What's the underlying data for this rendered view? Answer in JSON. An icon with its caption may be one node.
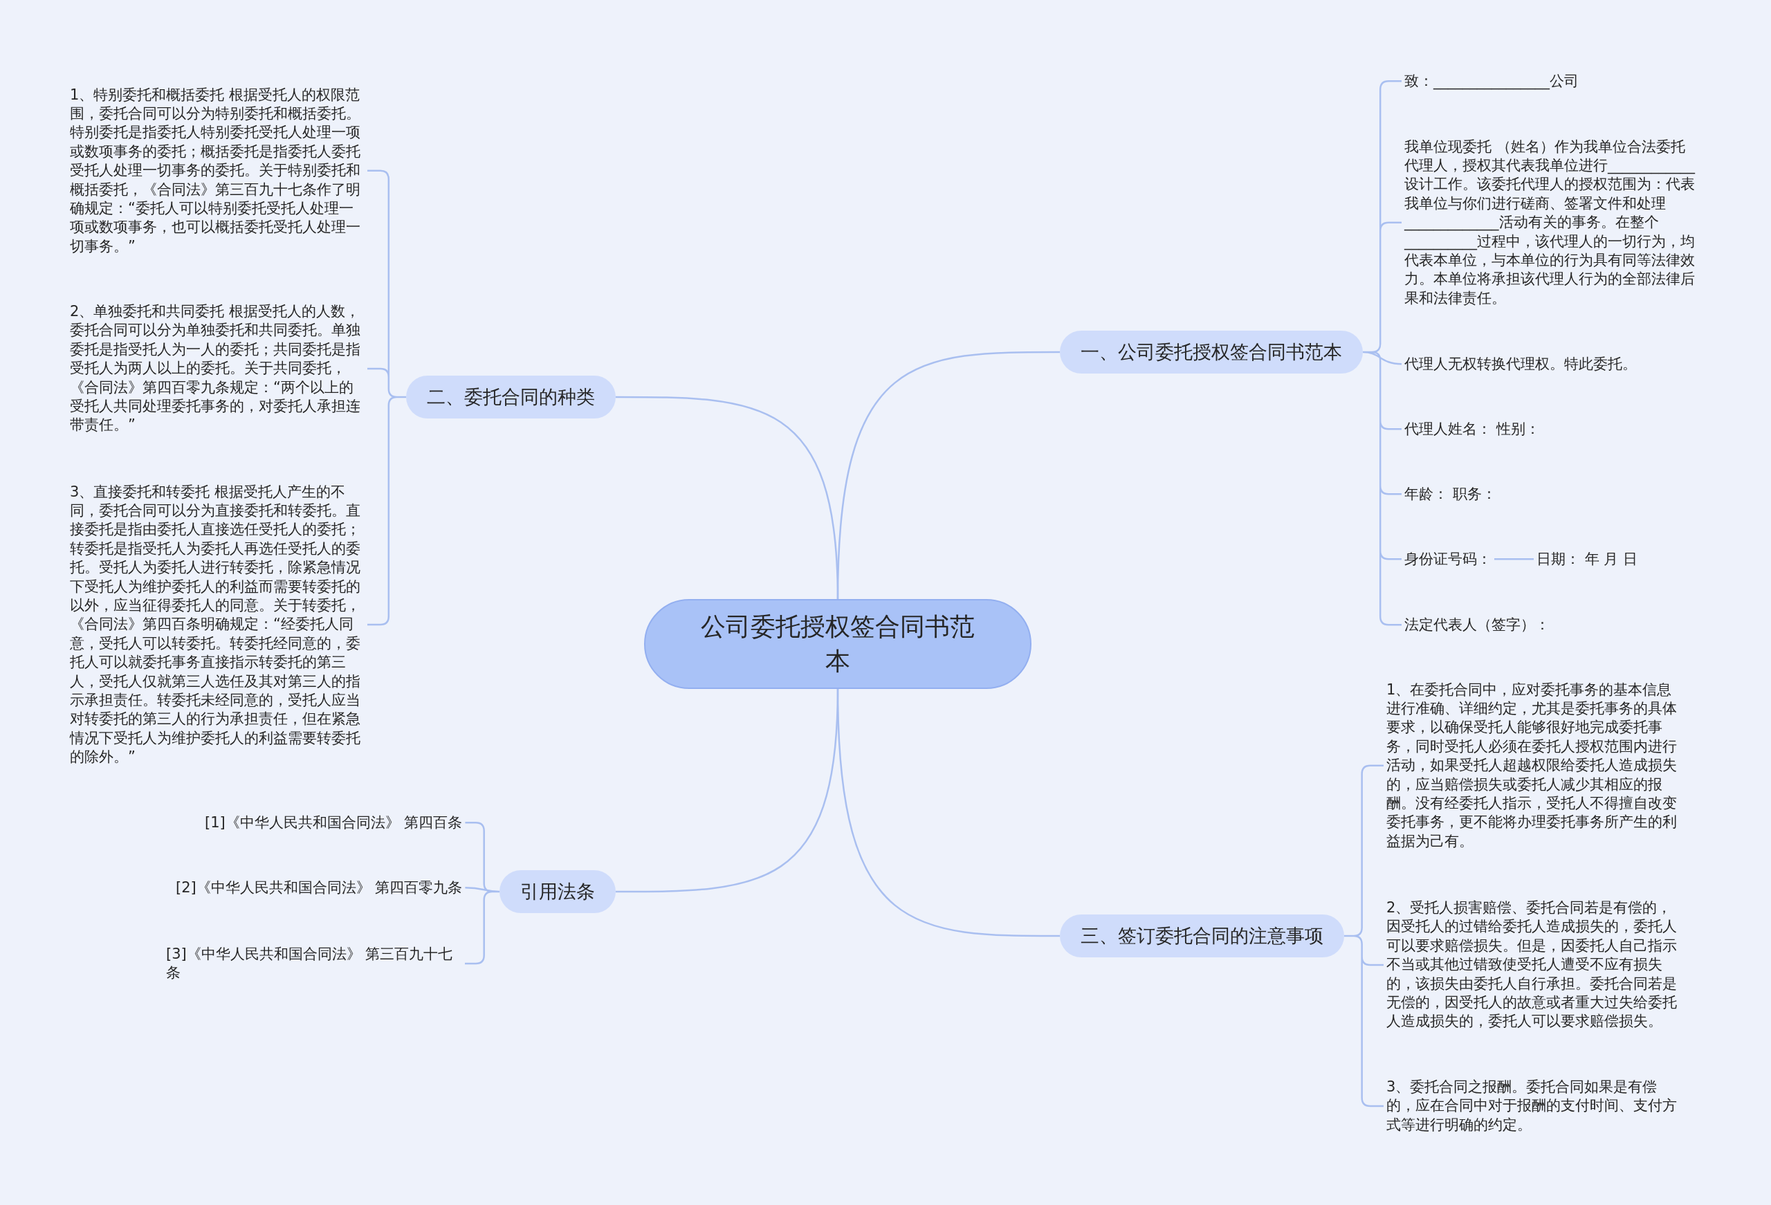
{
  "diagram": {
    "nodes": [
      {
        "text": [
          "公司委托授权签合同书范本"
        ]
      },
      {
        "text": [
          "一、公司委托授权签合同书范本"
        ]
      },
      {
        "text": [
          "致：________________公司"
        ]
      },
      {
        "text": [
          "我单位现委托 （姓名）作为我单位合法委托代理人，授权其代表我单位进行____________设计工作。该委托代理人的授权范围为：代表我单位与你们进行磋商、签署文件和处理_____________活动有关的事务。在整个__________过程中，该代理人的一切行为，均代表本单位，与本单位的行为具有同等法律效力。本单位将承担该代理人行为的全部法律后果和法律责任。"
        ]
      },
      {
        "text": [
          "代理人无权转换代理权。特此委托。"
        ]
      },
      {
        "text": [
          "代理人姓名： 性别："
        ]
      },
      {
        "text": [
          "年龄： 职务："
        ]
      },
      {
        "text": [
          "身份证号码："
        ]
      },
      {
        "text": [
          "日期： 年 月 日"
        ]
      },
      {
        "text": [
          "法定代表人（签字）："
        ]
      },
      {
        "text": [
          "二、委托合同的种类"
        ]
      },
      {
        "text": [
          "1、特别委托和概括委托 根据受托人的权限范围，委托合同可以分为特别委托和概括委托。特别委托是指委托人特别委托受托人处理一项或数项事务的委托；概括委托是指委托人委托受托人处理一切事务的委托。关于特别委托和概括委托，《合同法》第三百九十七条作了明确规定：“委托人可以特别委托受托人处理一项或数项事务，也可以概括委托受托人处理一切事务。”"
        ]
      },
      {
        "text": [
          "2、单独委托和共同委托 根据受托人的人数，委托合同可以分为单独委托和共同委托。单独委托是指受托人为一人的委托；共同委托是指受托人为两人以上的委托。关于共同委托，《合同法》第四百零九条规定：“两个以上的受托人共同处理委托事务的，对委托人承担连带责任。”"
        ]
      },
      {
        "text": [
          "3、直接委托和转委托 根据受托人产生的不同，委托合同可以分为直接委托和转委托。直接委托是指由委托人直接选任受托人的委托；转委托是指受托人为委托人再选任受托人的委托。受托人为委托人进行转委托，除紧急情况下受托人为维护委托人的利益而需要转委托的以外，应当征得委托人的同意。关于转委托，《合同法》第四百条明确规定：“经委托人同意，受托人可以转委托。转委托经同意的，委托人可以就委托事务直接指示转委托的第三人，受托人仅就第三人选任及其对第三人的指示承担责任。转委托未经同意的，受托人应当对转委托的第三人的行为承担责任，但在紧急情况下受托人为维护委托人的利益需要转委托的除外。”"
        ]
      },
      {
        "text": [
          "三、签订委托合同的注意事项"
        ]
      },
      {
        "text": [
          "1、在委托合同中，应对委托事务的基本信息进行准确、详细约定，尤其是委托事务的具体要求，以确保受托人能够很好地完成委托事务，同时受托人必须在委托人授权范围内进行活动，如果受托人超越权限给委托人造成损失的，应当赔偿损失或委托人减少其相应的报酬。没有经委托人指示，受托人不得擅自改变委托事务，更不能将办理委托事务所产生的利益据为己有。"
        ]
      },
      {
        "text": [
          "2、受托人损害赔偿、委托合同若是有偿的，因受托人的过错给委托人造成损失的，委托人可以要求赔偿损失。但是，因委托人自己指示不当或其他过错致使受托人遭受不应有损失的，该损失由委托人自行承担。委托合同若是无偿的，因受托人的故意或者重大过失给委托人造成损失的，委托人可以要求赔偿损失。"
        ]
      },
      {
        "text": [
          "3、委托合同之报酬。委托合同如果是有偿的，应在合同中对于报酬的支付时间、支付方式等进行明确的约定。"
        ]
      },
      {
        "text": [
          "引用法条"
        ]
      },
      {
        "text": [
          "[1]《中华人民共和国合同法》 第四百条"
        ]
      },
      {
        "text": [
          "[2]《中华人民共和国合同法》 第四百零九条"
        ]
      },
      {
        "text": [
          "[3]《中华人民共和国合同法》 第三百九十七条"
        ]
      }
    ],
    "edges": [
      {
        "from": 0,
        "to": 1,
        "arrow": "none"
      },
      {
        "from": 1,
        "to": 2,
        "arrow": "none"
      },
      {
        "from": 1,
        "to": 3,
        "arrow": "none"
      },
      {
        "from": 1,
        "to": 4,
        "arrow": "none"
      },
      {
        "from": 1,
        "to": 5,
        "arrow": "none"
      },
      {
        "from": 1,
        "to": 6,
        "arrow": "none"
      },
      {
        "from": 1,
        "to": 7,
        "arrow": "none"
      },
      {
        "from": 7,
        "to": 8,
        "arrow": "none"
      },
      {
        "from": 1,
        "to": 9,
        "arrow": "none"
      },
      {
        "from": 0,
        "to": 10,
        "arrow": "none"
      },
      {
        "from": 10,
        "to": 11,
        "arrow": "none"
      },
      {
        "from": 10,
        "to": 12,
        "arrow": "none"
      },
      {
        "from": 10,
        "to": 13,
        "arrow": "none"
      },
      {
        "from": 0,
        "to": 14,
        "arrow": "none"
      },
      {
        "from": 14,
        "to": 15,
        "arrow": "none"
      },
      {
        "from": 14,
        "to": 16,
        "arrow": "none"
      },
      {
        "from": 14,
        "to": 17,
        "arrow": "none"
      },
      {
        "from": 0,
        "to": 18,
        "arrow": "none"
      },
      {
        "from": 18,
        "to": 19,
        "arrow": "none"
      },
      {
        "from": 18,
        "to": 20,
        "arrow": "none"
      },
      {
        "from": 18,
        "to": 21,
        "arrow": "none"
      }
    ]
  }
}
